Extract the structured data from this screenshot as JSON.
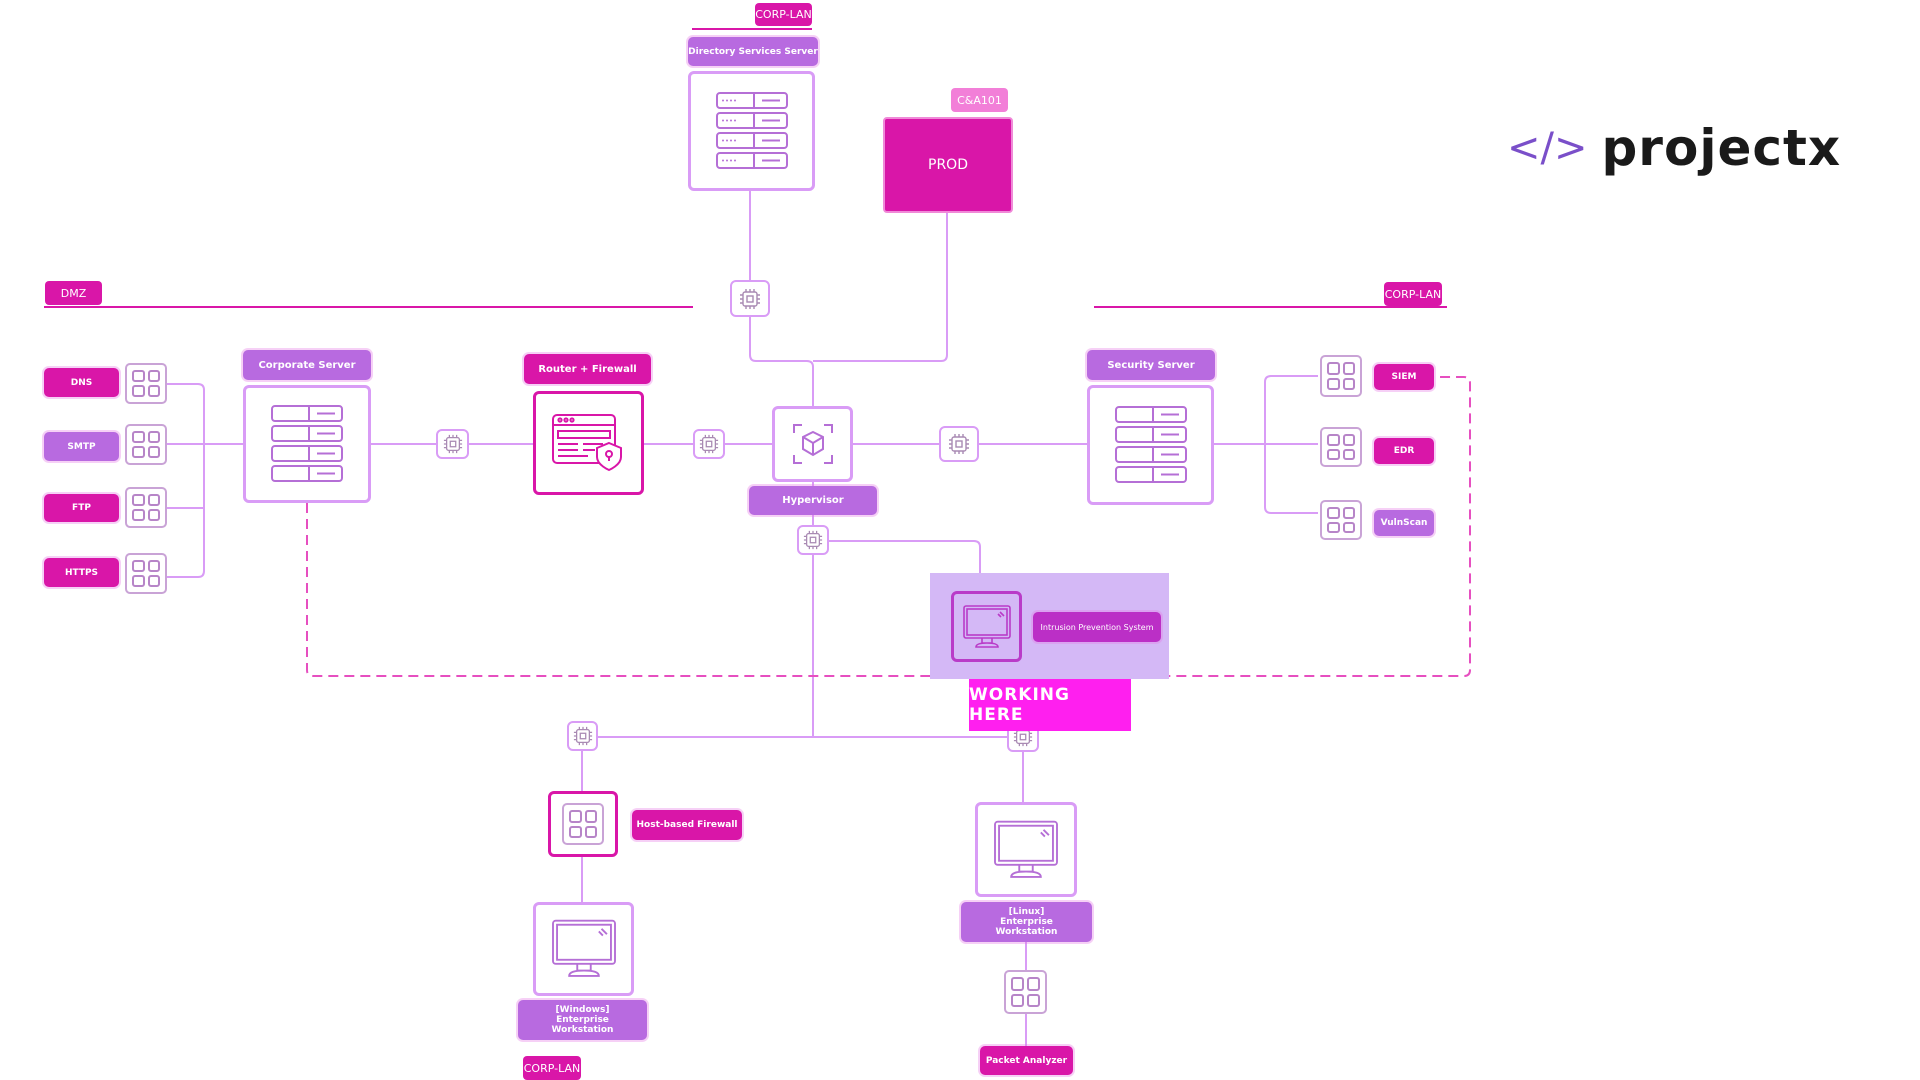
{
  "logo": {
    "symbol": "</>",
    "text": "projectx",
    "symbol_color": "#7a4fc9",
    "text_color": "#1a1a1a"
  },
  "colors": {
    "magenta": "#d916a8",
    "purple": "#b86ae0",
    "wire": "#d99cf6",
    "dashed": "#e64fc0",
    "highlight_bg": "#d4b8f6",
    "highlight_label": "#ff1fef"
  },
  "zones": {
    "dmz": "DMZ",
    "corp_lan_top": "CORP-LAN",
    "corp_lan_right": "CORP-LAN",
    "corp_lan_bottom": "CORP-LAN",
    "prod_tag": "C&A101"
  },
  "nodes": {
    "directory_services": {
      "label": "Directory Services Server",
      "icon": "server-rack-icon"
    },
    "prod": {
      "label": "PROD"
    },
    "corporate_server": {
      "label": "Corporate Server",
      "icon": "server-rack-icon"
    },
    "router_firewall": {
      "label": "Router + Firewall",
      "icon": "browser-shield-icon"
    },
    "hypervisor": {
      "label": "Hypervisor",
      "icon": "cube-icon"
    },
    "security_server": {
      "label": "Security Server",
      "icon": "server-rack-icon"
    },
    "ips": {
      "label": "Intrusion Prevention System",
      "icon": "monitor-icon"
    },
    "working_here": {
      "label": "WORKING HERE"
    },
    "host_firewall": {
      "label": "Host-based Firewall",
      "icon": "grid-icon"
    },
    "windows_ws": {
      "label": "[Windows] Enterprise Workstation",
      "icon": "monitor-icon"
    },
    "linux_ws": {
      "label": "[Linux] Enterprise Workstation",
      "icon": "monitor-icon"
    },
    "packet_analyzer": {
      "label": "Packet Analyzer",
      "icon": "grid-icon"
    }
  },
  "dmz_services": [
    {
      "label": "DNS",
      "style": "magenta"
    },
    {
      "label": "SMTP",
      "style": "purple"
    },
    {
      "label": "FTP",
      "style": "magenta"
    },
    {
      "label": "HTTPS",
      "style": "magenta"
    }
  ],
  "security_tools": [
    {
      "label": "SIEM",
      "style": "magenta"
    },
    {
      "label": "EDR",
      "style": "magenta"
    },
    {
      "label": "VulnScan",
      "style": "purple"
    }
  ]
}
